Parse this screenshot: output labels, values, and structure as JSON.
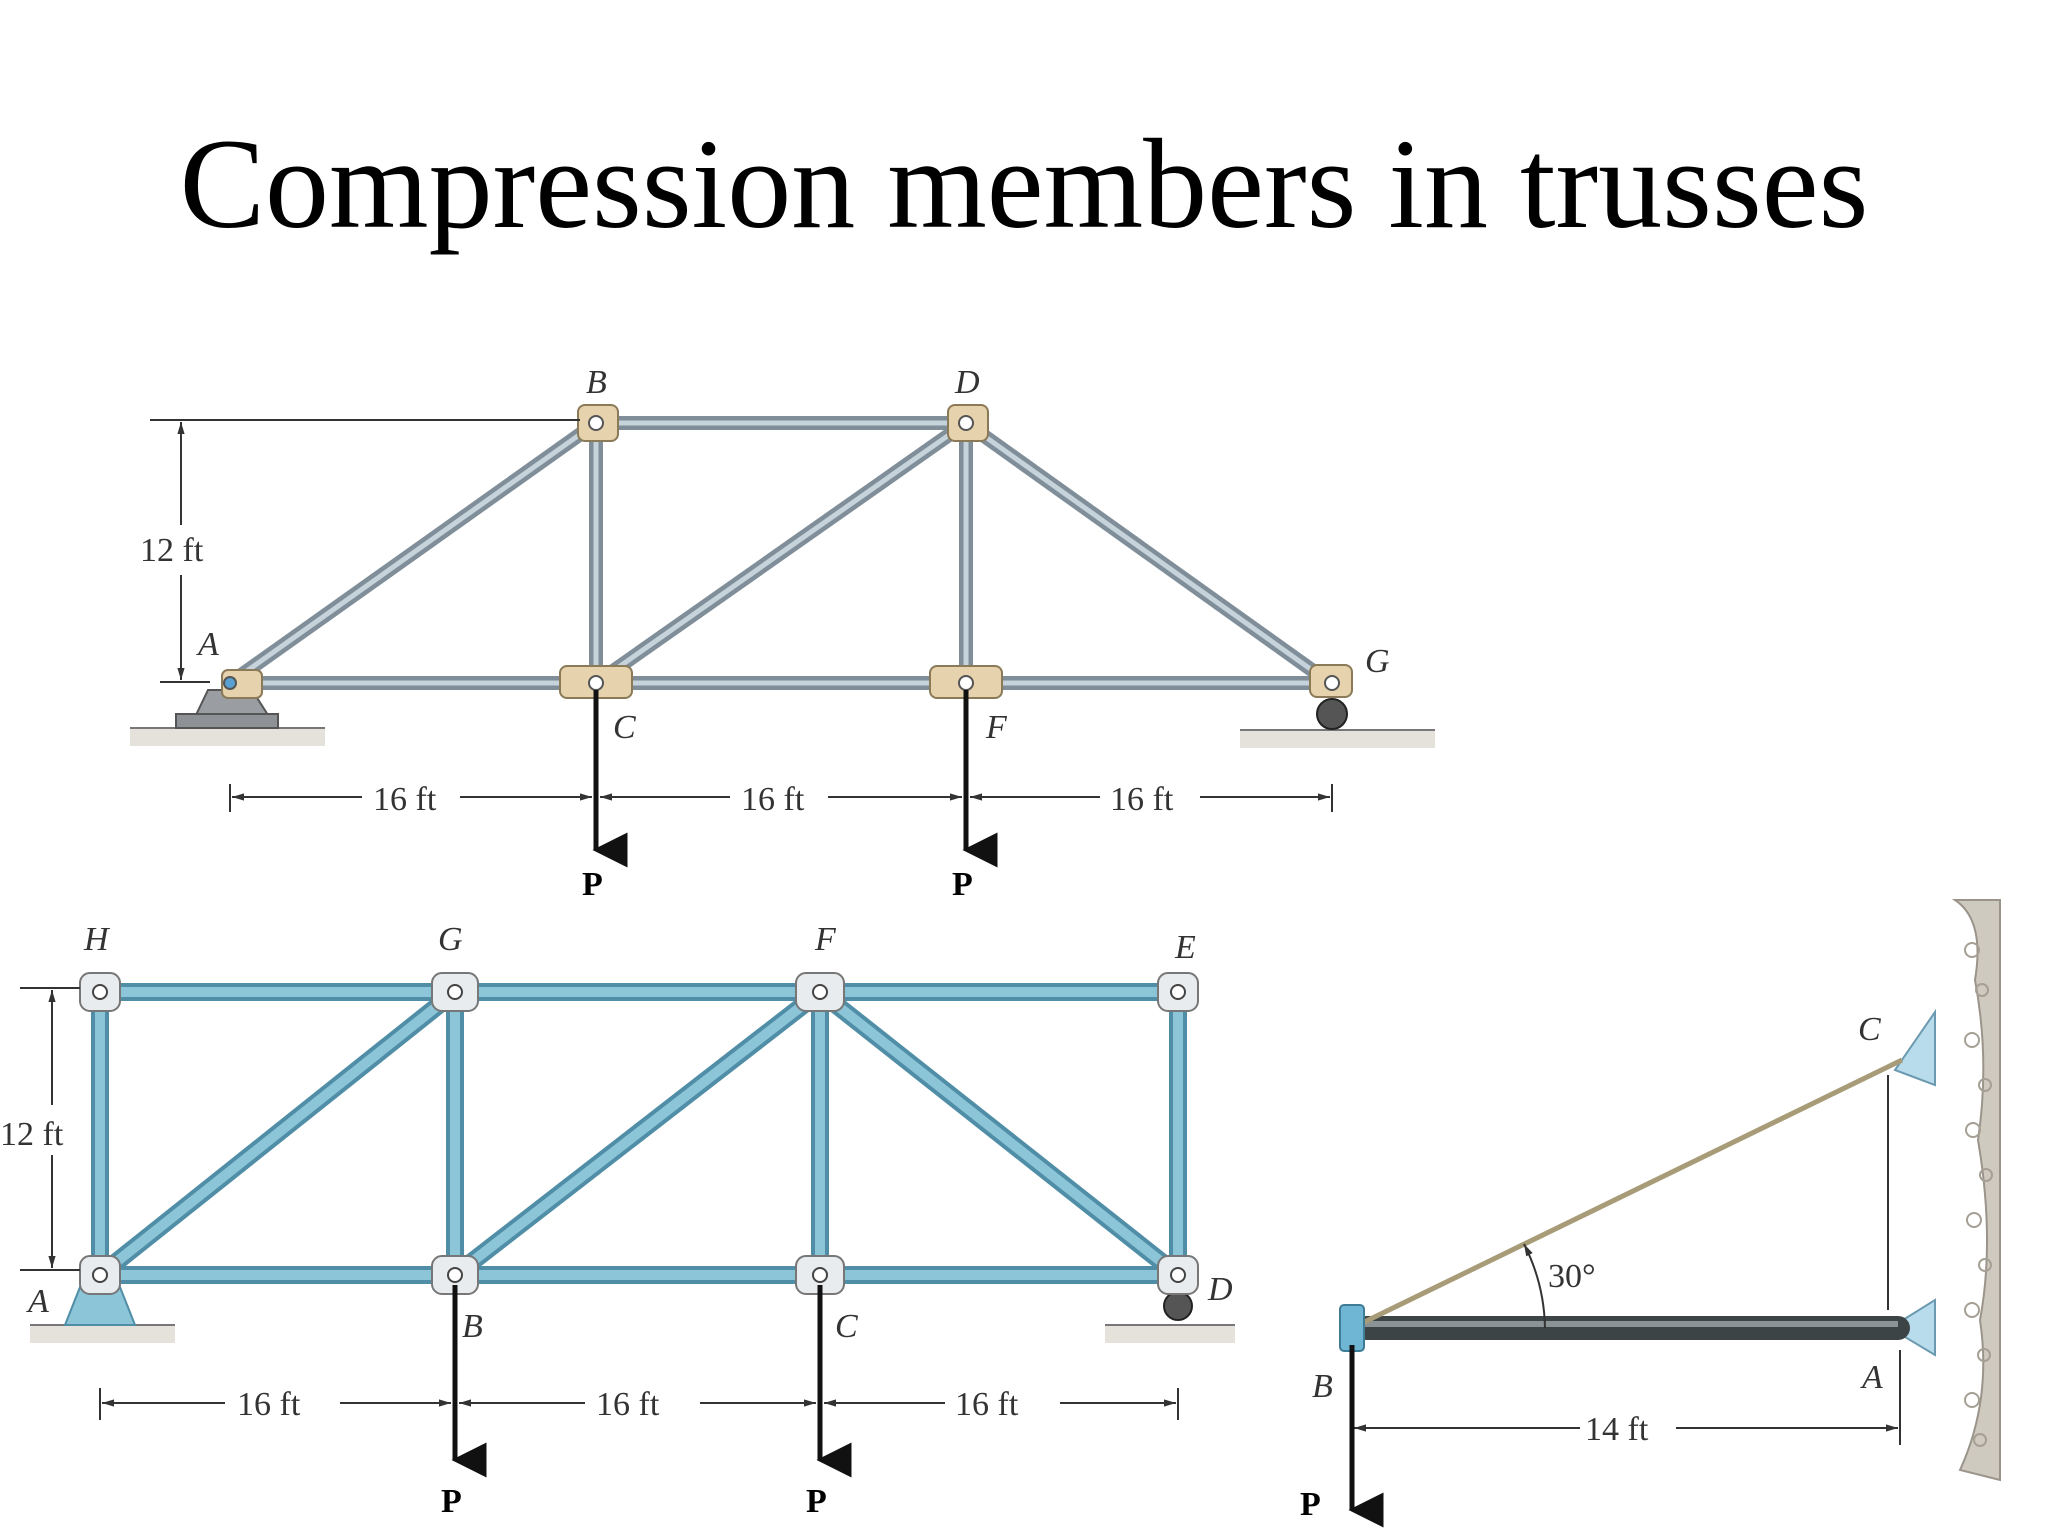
{
  "title": "Compression members in trusses",
  "truss1": {
    "nodes": {
      "A": "A",
      "B": "B",
      "C": "C",
      "D": "D",
      "F": "F",
      "G": "G"
    },
    "height": "12 ft",
    "spans": [
      "16 ft",
      "16 ft",
      "16 ft"
    ],
    "loads": [
      "P",
      "P"
    ]
  },
  "truss2": {
    "nodes": {
      "H": "H",
      "G": "G",
      "F": "F",
      "E": "E",
      "A": "A",
      "B": "B",
      "C": "C",
      "D": "D"
    },
    "height": "12 ft",
    "spans": [
      "16 ft",
      "16 ft",
      "16 ft"
    ],
    "loads": [
      "P",
      "P"
    ]
  },
  "boom": {
    "nodes": {
      "A": "A",
      "B": "B",
      "C": "C"
    },
    "angle": "30°",
    "length": "14 ft",
    "load": "P"
  },
  "colors": {
    "truss1_member": "#aebdc8",
    "truss1_gusset": "#e6d2ac",
    "truss2_member": "#8cc4d8",
    "boom_member": "#5e6668",
    "cable": "#a89c78"
  }
}
